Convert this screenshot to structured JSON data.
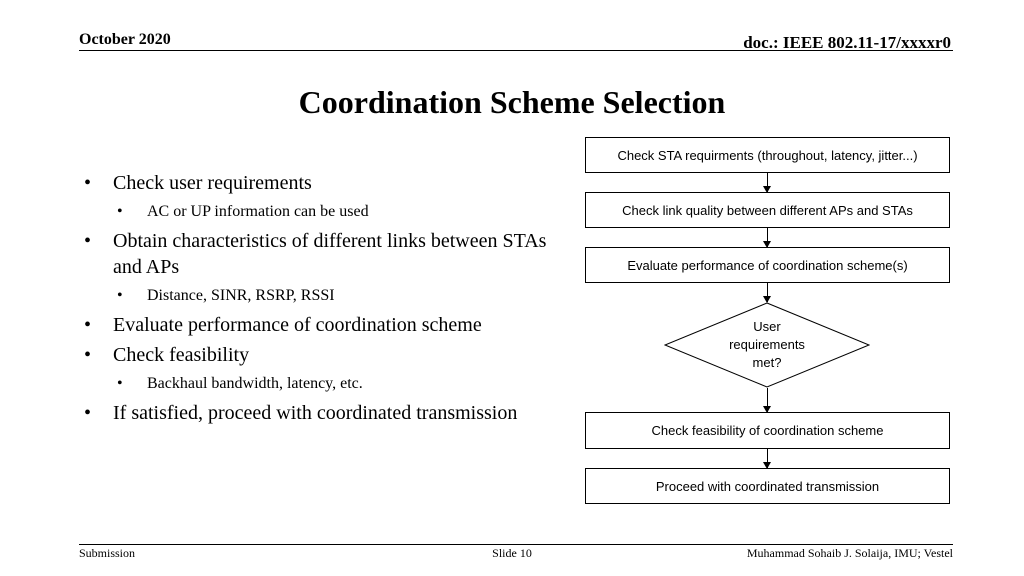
{
  "header": {
    "date": "October 2020",
    "doc_id": "doc.: IEEE 802.11-17/xxxxr0"
  },
  "slide": {
    "title": "Coordination Scheme Selection",
    "bullets": [
      {
        "text": "Check user requirements",
        "sub": [
          "AC or UP information can be used"
        ]
      },
      {
        "text": "Obtain characteristics of different links between STAs and APs",
        "sub": [
          "Distance, SINR, RSRP, RSSI"
        ]
      },
      {
        "text": "Evaluate performance of coordination scheme",
        "sub": []
      },
      {
        "text": "Check feasibility",
        "sub": [
          "Backhaul bandwidth, latency, etc."
        ]
      },
      {
        "text": "If satisfied, proceed with coordinated transmission",
        "sub": []
      }
    ]
  },
  "flowchart": {
    "step1": "Check STA requirments (throughout, latency, jitter...)",
    "step2": "Check link quality between different APs and STAs",
    "step3": "Evaluate performance of coordination scheme(s)",
    "decision": "User requirements met?",
    "step4": "Check feasibility of coordination scheme",
    "step5": "Proceed with coordinated transmission"
  },
  "footer": {
    "left": "Submission",
    "center": "Slide 10",
    "right": "Muhammad Sohaib J. Solaija, IMU; Vestel"
  }
}
